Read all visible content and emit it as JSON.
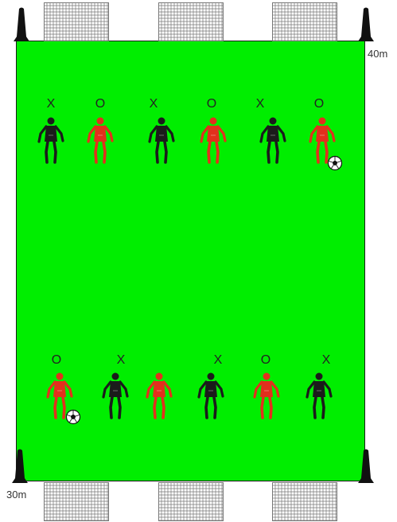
{
  "colors": {
    "pitch": "#00ee00",
    "team_x": "#1b1b1b",
    "team_o": "#e2301d",
    "goal_mesh": "#777777",
    "cone": "#111111"
  },
  "dimensions": {
    "length_label": "40m",
    "width_label": "30m"
  },
  "top_row": [
    {
      "marker": "X",
      "team": "x",
      "has_ball": false
    },
    {
      "marker": "O",
      "team": "o",
      "has_ball": false
    },
    {
      "marker": "X",
      "team": "x",
      "has_ball": false
    },
    {
      "marker": "O",
      "team": "o",
      "has_ball": false
    },
    {
      "marker": "X",
      "team": "x",
      "has_ball": false
    },
    {
      "marker": "O",
      "team": "o",
      "has_ball": true
    }
  ],
  "bottom_row": [
    {
      "marker": "O",
      "team": "o",
      "has_ball": true
    },
    {
      "marker": "X",
      "team": "x",
      "has_ball": false
    },
    {
      "marker": "",
      "team": "o",
      "has_ball": false
    },
    {
      "marker": "X",
      "team": "x",
      "has_ball": false
    },
    {
      "marker": "O",
      "team": "o",
      "has_ball": false
    },
    {
      "marker": "X",
      "team": "x",
      "has_ball": false
    }
  ],
  "icons": {
    "goal": "goal-net-icon",
    "cone": "corner-cone-icon",
    "ball": "soccer-ball-icon",
    "player": "player-figure-icon"
  }
}
